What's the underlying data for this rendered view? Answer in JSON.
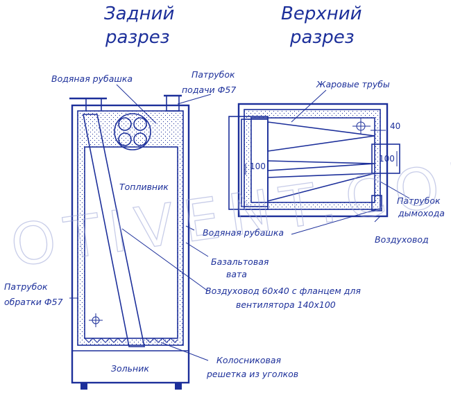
{
  "titles": {
    "rear_line1": "Задний",
    "rear_line2": "разрез",
    "top_line1": "Верхний",
    "top_line2": "разрез"
  },
  "labels": {
    "water_jacket_top": "Водяная рубашка",
    "supply_pipe_line1": "Патрубок",
    "supply_pipe_line2": "подачи Ф57",
    "fuel_chamber": "Топливник",
    "fire_tubes": "Жаровые трубы",
    "chimney_line1": "Патрубок",
    "chimney_line2": "дымохода",
    "water_jacket_mid": "Водяная рубашка",
    "air_duct": "Воздуховод",
    "basalt_line1": "Базальтовая",
    "basalt_line2": "вата",
    "return_line1": "Патрубок",
    "return_line2": "обратки Ф57",
    "air_duct_flange_line1": "Воздуховод 60х40 с фланцем для",
    "air_duct_flange_line2": "вентилятора 140х100",
    "grate_line1": "Колосниковая",
    "grate_line2": "решетка из уголков",
    "ash_pit": "Зольник"
  },
  "dimensions": {
    "d40": "40",
    "d100_left": "100",
    "d100_right": "100"
  },
  "watermark": "OTIVENT.COM",
  "colors": {
    "ink": "#1c2f9a",
    "watermark": "#9aa3d6",
    "background": "#ffffff"
  }
}
